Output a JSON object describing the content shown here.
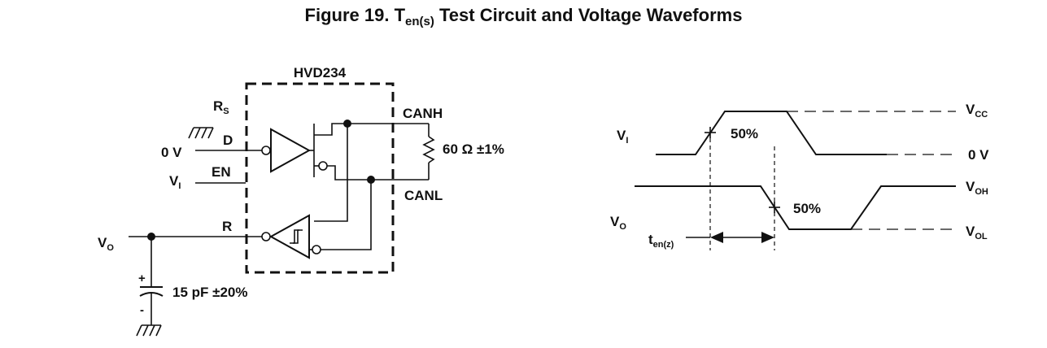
{
  "title": {
    "prefix": "Figure 19.  T",
    "subscript": "en(s)",
    "suffix": " Test Circuit and Voltage Waveforms"
  },
  "circuit": {
    "chip_label": "HVD234",
    "rs_main": "R",
    "rs_sub": "S",
    "d_label": "D",
    "en_label": "EN",
    "r_label": "R",
    "zero_v": "0 V",
    "vi_main": "V",
    "vi_sub": "I",
    "vo_main": "V",
    "vo_sub": "O",
    "canh": "CANH",
    "canl": "CANL",
    "resistor": "60 Ω ±1%",
    "capacitor": "15 pF ±20%",
    "cap_plus": "+",
    "cap_minus": "-"
  },
  "waveforms": {
    "vi_main": "V",
    "vi_sub": "I",
    "vo_main": "V",
    "vo_sub": "O",
    "vcc_main": "V",
    "vcc_sub": "CC",
    "zero_v": "0 V",
    "voh_main": "V",
    "voh_sub": "OH",
    "vol_main": "V",
    "vol_sub": "OL",
    "pct_top": "50%",
    "pct_bottom": "50%",
    "ten_main": "t",
    "ten_sub": "en(z)"
  }
}
